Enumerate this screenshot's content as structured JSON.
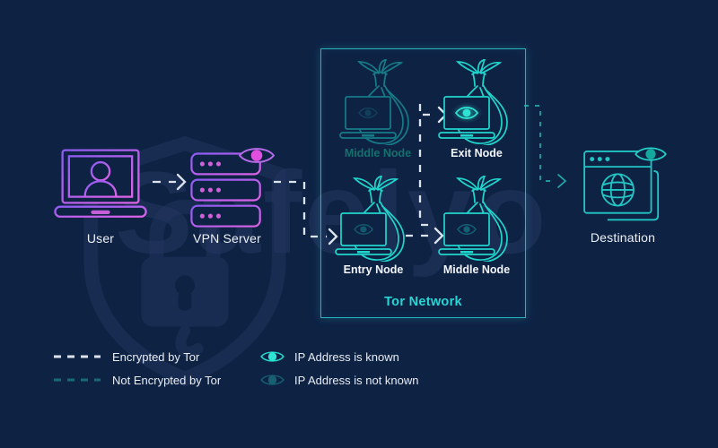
{
  "title": "Onion over VPN flow diagram",
  "watermark": {
    "text": "Safelyo",
    "logo": "shield-lock-logo"
  },
  "flow": {
    "user": {
      "label": "User",
      "icon": "laptop-user-icon"
    },
    "vpn_server": {
      "label": "VPN Server",
      "icon": "server-stack-icon",
      "eye": "ip-known-eye",
      "eye_color": "#e14fe0"
    },
    "tor_network": {
      "label": "Tor Network",
      "nodes": [
        {
          "label": "Middle Node",
          "state": "inactive",
          "icon": "onion-laptop-icon"
        },
        {
          "label": "Exit Node",
          "state": "active",
          "icon": "onion-laptop-icon"
        },
        {
          "label": "Entry Node",
          "state": "active",
          "icon": "onion-laptop-icon"
        },
        {
          "label": "Middle Node",
          "state": "active",
          "icon": "onion-laptop-icon"
        }
      ]
    },
    "destination": {
      "label": "Destination",
      "icon": "browser-globe-icon",
      "eye": "ip-known-eye",
      "eye_color": "#20d5cc"
    }
  },
  "legend": {
    "items": [
      {
        "swatch": "dash-white",
        "label": "Encrypted by Tor"
      },
      {
        "swatch": "dash-teal",
        "label": "Not Encrypted by Tor"
      },
      {
        "swatch": "eye-bright",
        "label": "IP Address is known"
      },
      {
        "swatch": "eye-dim",
        "label": "IP Address is not known"
      }
    ]
  },
  "colors": {
    "background": "#0e2244",
    "purple_gradient_start": "#8d5cf2",
    "purple_gradient_end": "#de62e6",
    "magenta_accent": "#e14fe0",
    "teal_accent": "#20d5cc",
    "encrypted_dash": "#dce3ed",
    "not_encrypted_dash": "#2abfba",
    "watermark": "#263862"
  }
}
